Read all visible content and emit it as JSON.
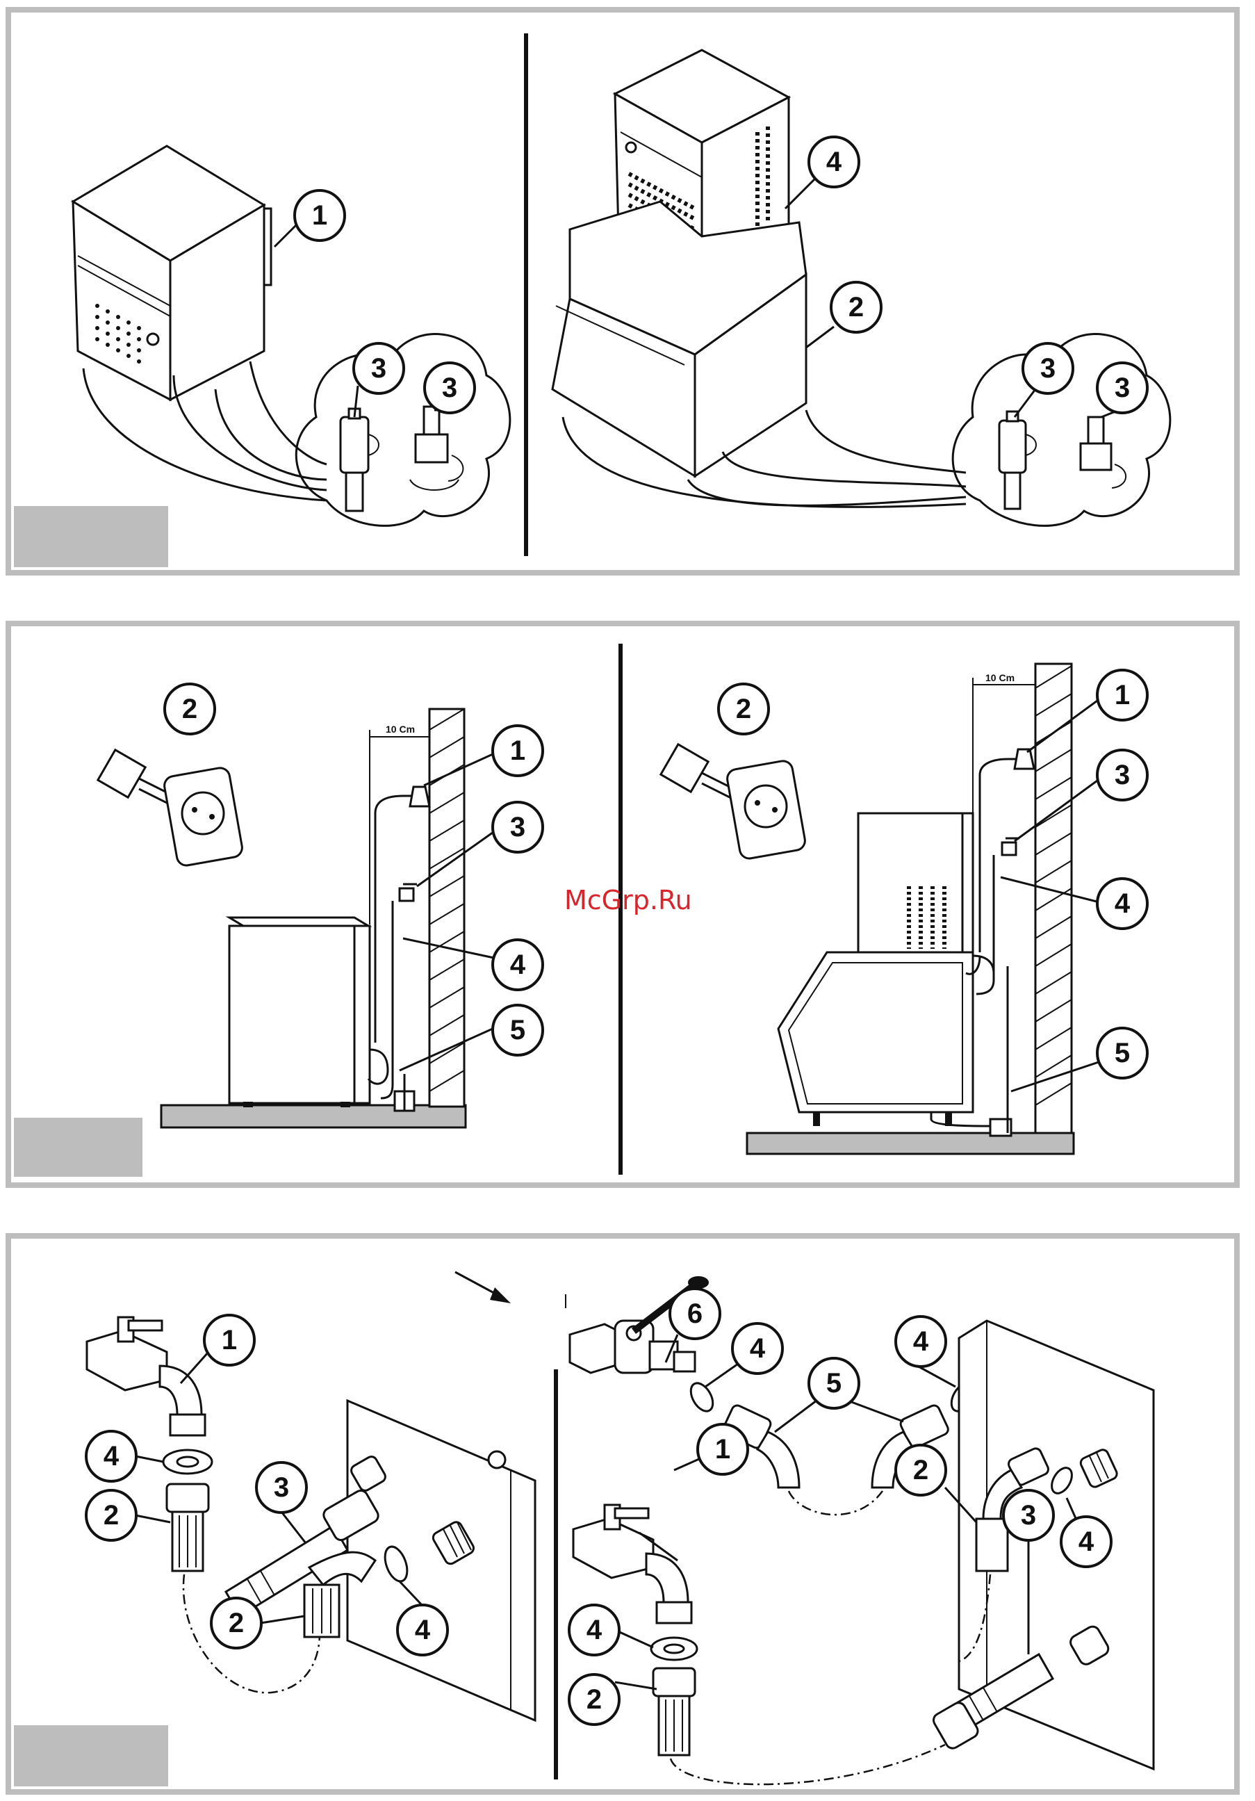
{
  "watermark": "McGrp.Ru",
  "dimension_label": "10 Cm",
  "colors": {
    "panel_border": "#bdbdbd",
    "label_tab": "#bdbdbd",
    "watermark": "#d8242b",
    "line": "#111111"
  },
  "panels": [
    {
      "id": "unit-connection",
      "callouts": [
        "1",
        "3",
        "3",
        "4",
        "2",
        "3",
        "3"
      ]
    },
    {
      "id": "installation",
      "callouts": [
        "2",
        "1",
        "3",
        "4",
        "5",
        "2",
        "1",
        "3",
        "4",
        "5"
      ]
    },
    {
      "id": "hose-fittings",
      "callouts": [
        "1",
        "4",
        "2",
        "3",
        "2",
        "4",
        "6",
        "4",
        "5",
        "4",
        "1",
        "2",
        "4",
        "2",
        "3",
        "4"
      ]
    }
  ]
}
